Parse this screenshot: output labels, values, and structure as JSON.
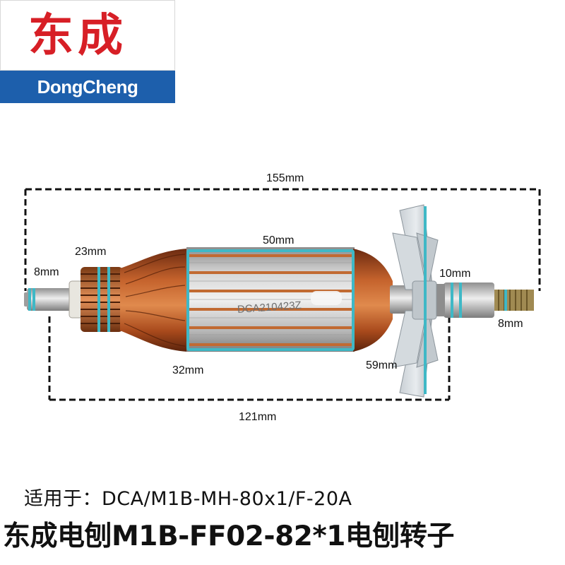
{
  "brand": {
    "name_cn": "东成",
    "name_en": "DongCheng",
    "colors": {
      "red": "#d71f26",
      "blue": "#1d5fac"
    }
  },
  "product_image": "armature-rotor-photo",
  "dimensions": {
    "overall_length": "155mm",
    "body_length": "121mm",
    "core_length": "50mm",
    "core_diameter": "32mm",
    "commutator_diameter": "23mm",
    "fan_diameter": "59mm",
    "left_shaft": "8mm",
    "right_bearing": "10mm",
    "right_shaft": "8mm"
  },
  "core_stamp": "DCA210423Z",
  "caption": {
    "compat_prefix": "适用于：",
    "compat_model": "DCA/M1B-MH-80x1/F-20A",
    "title": "东成电刨M1B-FF02-82*1电刨转子"
  },
  "accent_color": "#3fb8c6"
}
